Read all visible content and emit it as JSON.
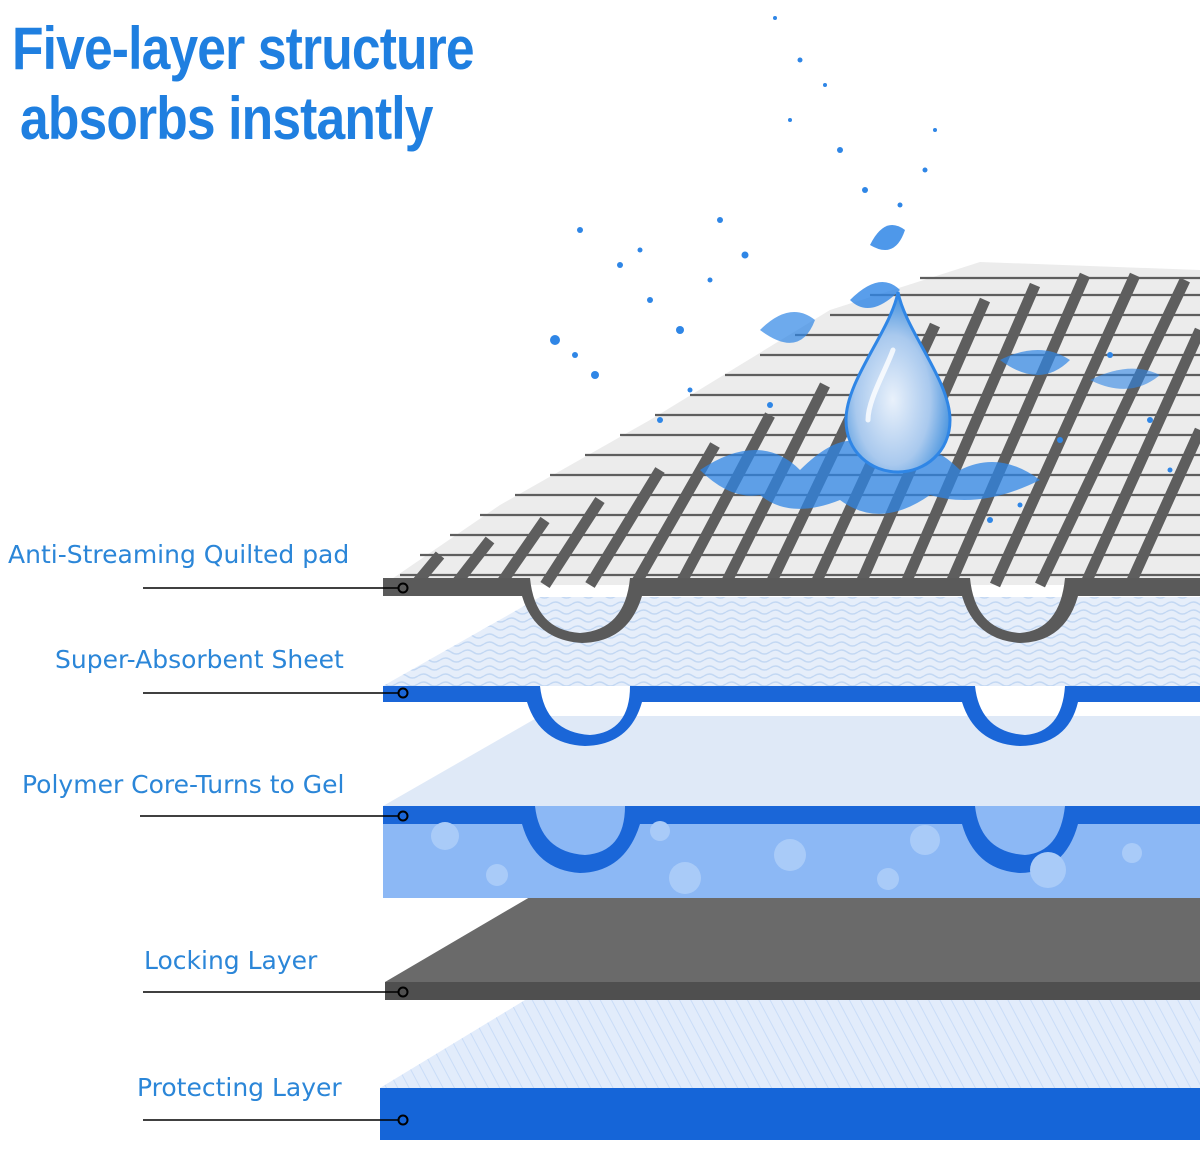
{
  "headline": {
    "line1": "Five-layer structure",
    "line2": "absorbs instantly"
  },
  "layers": [
    {
      "label": "Anti-Streaming Quilted pad",
      "color": "#606060"
    },
    {
      "label": "Super-Absorbent Sheet",
      "color": "#1565d8"
    },
    {
      "label": "Polymer Core-Turns to Gel",
      "color": "#1565d8"
    },
    {
      "label": "Locking Layer",
      "color": "#606060"
    },
    {
      "label": "Protecting Layer",
      "color": "#1565d8"
    }
  ],
  "colors": {
    "headline": "#1f7fe0",
    "label_text": "#2b86d8",
    "grid_dark": "#5a5a5a",
    "blue_layer": "#1565d8",
    "light_blue": "#dce8f8",
    "core_blue": "#8cb8f5",
    "water": "#2f86e6"
  },
  "icons": [
    "water-drop-icon",
    "water-splash-icon"
  ]
}
